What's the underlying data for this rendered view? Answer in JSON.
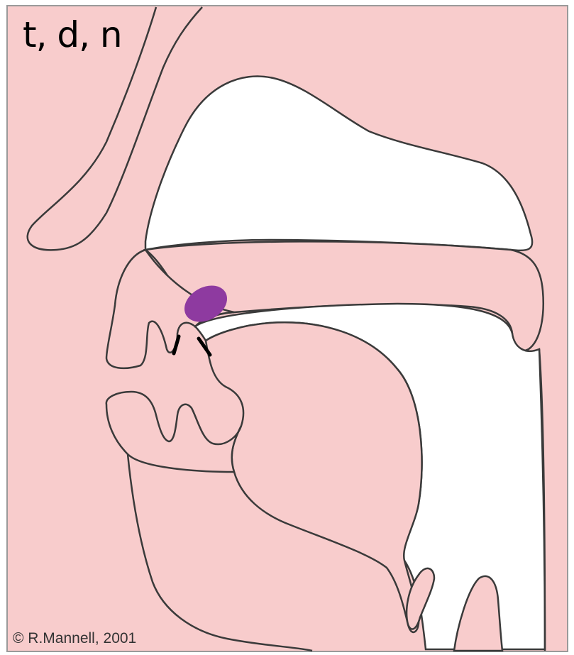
{
  "diagram": {
    "sounds_label": "t, d, n",
    "copyright": "© R.Mannell, 2001",
    "colors": {
      "tissue": "#f8cccc",
      "outline": "#3a3a3a",
      "cavity": "#ffffff",
      "place_marker": "#8e3aa0"
    },
    "regions": [
      "nose",
      "nasal-cavity",
      "velum",
      "hard-palate",
      "upper-lip",
      "lower-lip",
      "tongue",
      "pharynx",
      "jaw"
    ],
    "place_of_articulation": "alveolar ridge"
  }
}
